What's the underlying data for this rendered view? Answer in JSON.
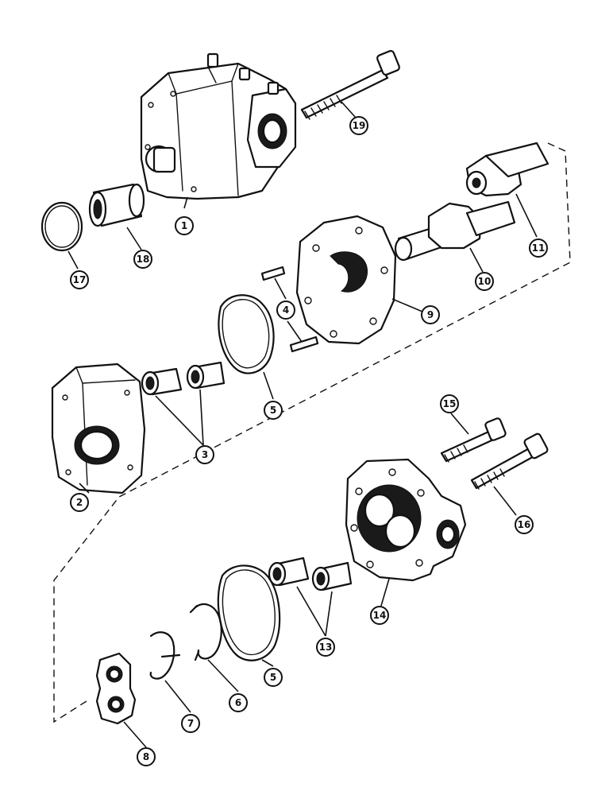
{
  "diagram": {
    "callouts": [
      "1",
      "2",
      "3",
      "4",
      "5",
      "5",
      "6",
      "7",
      "8",
      "9",
      "10",
      "11",
      "13",
      "14",
      "15",
      "16",
      "17",
      "18",
      "19"
    ],
    "line_color": "#111111",
    "background": "#ffffff"
  }
}
